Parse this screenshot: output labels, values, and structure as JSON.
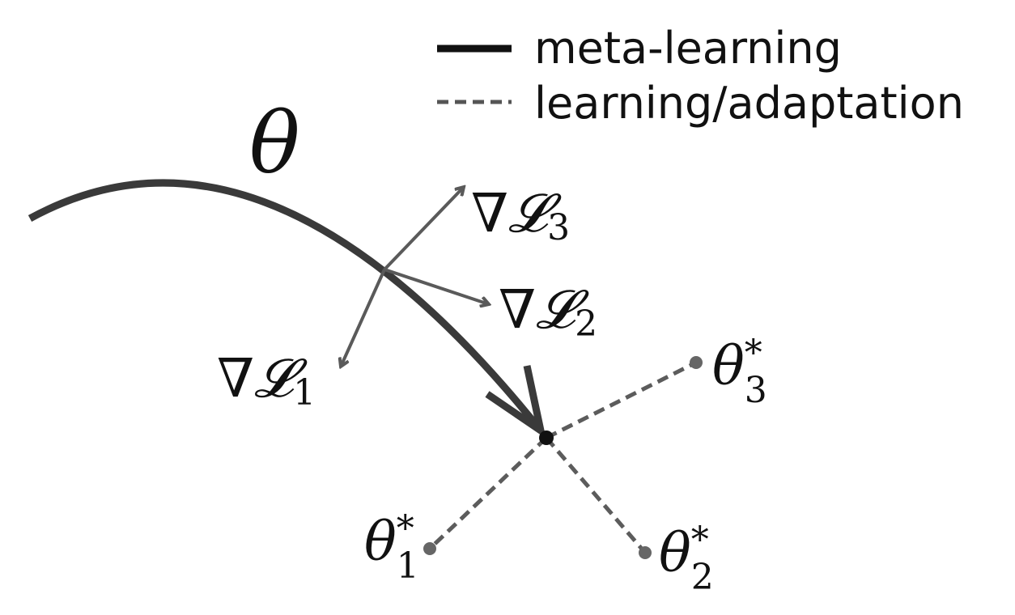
{
  "legend": {
    "items": [
      {
        "label": "meta-learning",
        "style": "solid",
        "color": "#111111"
      },
      {
        "label": "learning/adaptation",
        "style": "dashed",
        "color": "#555555"
      }
    ]
  },
  "labels": {
    "theta": "θ",
    "grad_symbol": "∇",
    "loss_symbol": "𝓛",
    "grad_1_sub": "1",
    "grad_2_sub": "2",
    "grad_3_sub": "3",
    "theta_star_1_sub": "1",
    "theta_star_2_sub": "2",
    "theta_star_3_sub": "3",
    "star": "*"
  },
  "colors": {
    "meta_path": "#3a3a3a",
    "gradient_arrows": "#5a5a5a",
    "adaptation_lines": "#5c5c5c",
    "center_point": "#111111",
    "task_points": "#666666"
  }
}
